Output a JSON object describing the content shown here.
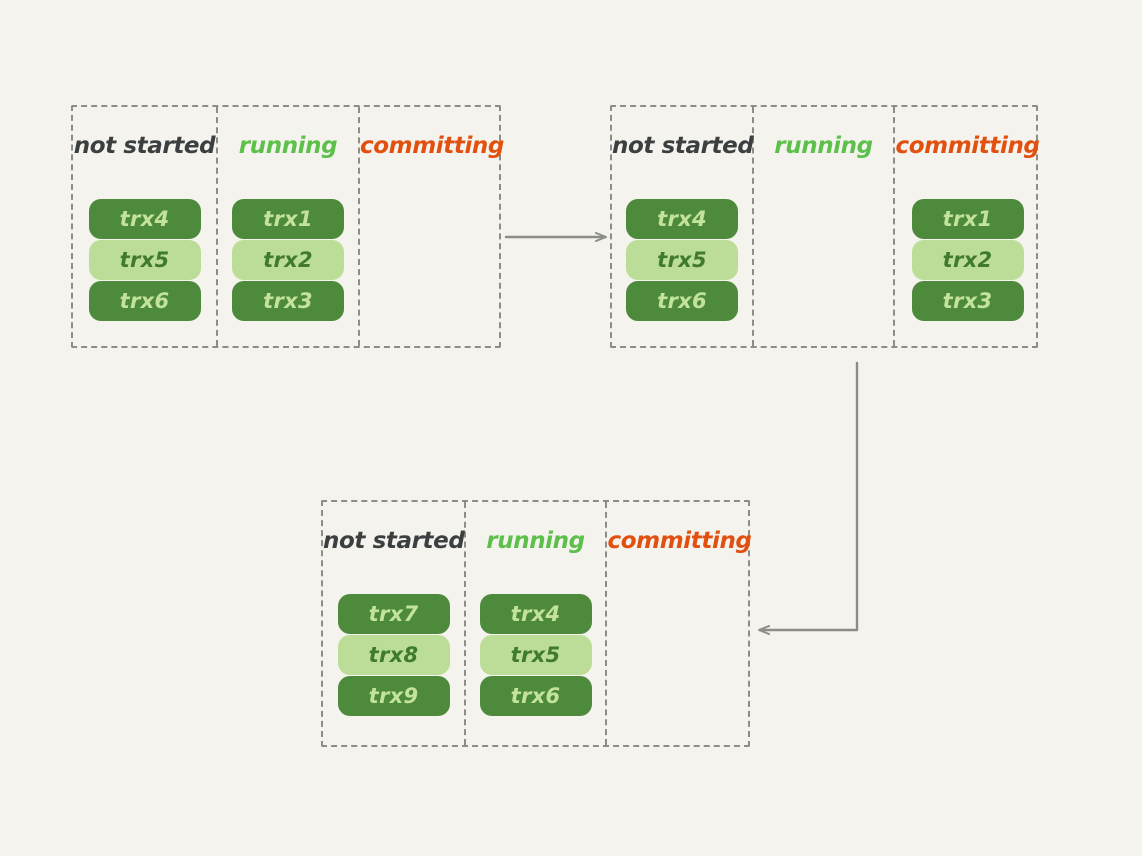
{
  "diagram": {
    "title": "transaction state machine batches",
    "background_color": "#f4f3ee",
    "colors": {
      "not_started_label": "#3b3f3f",
      "running_label": "#5cc04a",
      "committing_label": "#e2500f",
      "pill_dark": "#4e8a3c",
      "pill_dark_text": "#c3e39b",
      "pill_light": "#bcdd97",
      "pill_light_text": "#3f7a2e",
      "panel_border": "#8c8c89",
      "connector": "#8c8c89"
    },
    "column_labels": {
      "not_started": "not started",
      "running": "running",
      "committing": "committing"
    },
    "panels": [
      {
        "id": "panel-1",
        "columns": [
          {
            "name": "not-started",
            "label": "not started",
            "label_color": "#3b3f3f",
            "items": [
              {
                "label": "trx4",
                "shade": "dark"
              },
              {
                "label": "trx5",
                "shade": "light"
              },
              {
                "label": "trx6",
                "shade": "dark"
              }
            ]
          },
          {
            "name": "running",
            "label": "running",
            "label_color": "#5cc04a",
            "items": [
              {
                "label": "trx1",
                "shade": "dark"
              },
              {
                "label": "trx2",
                "shade": "light"
              },
              {
                "label": "trx3",
                "shade": "dark"
              }
            ]
          },
          {
            "name": "committing",
            "label": "committing",
            "label_color": "#e2500f",
            "items": []
          }
        ]
      },
      {
        "id": "panel-2",
        "columns": [
          {
            "name": "not-started",
            "label": "not started",
            "label_color": "#3b3f3f",
            "items": [
              {
                "label": "trx4",
                "shade": "dark"
              },
              {
                "label": "trx5",
                "shade": "light"
              },
              {
                "label": "trx6",
                "shade": "dark"
              }
            ]
          },
          {
            "name": "running",
            "label": "running",
            "label_color": "#5cc04a",
            "items": []
          },
          {
            "name": "committing",
            "label": "committing",
            "label_color": "#e2500f",
            "items": [
              {
                "label": "trx1",
                "shade": "dark"
              },
              {
                "label": "trx2",
                "shade": "light"
              },
              {
                "label": "trx3",
                "shade": "dark"
              }
            ]
          }
        ]
      },
      {
        "id": "panel-3",
        "columns": [
          {
            "name": "not-started",
            "label": "not started",
            "label_color": "#3b3f3f",
            "items": [
              {
                "label": "trx7",
                "shade": "dark"
              },
              {
                "label": "trx8",
                "shade": "light"
              },
              {
                "label": "trx9",
                "shade": "dark"
              }
            ]
          },
          {
            "name": "running",
            "label": "running",
            "label_color": "#5cc04a",
            "items": [
              {
                "label": "trx4",
                "shade": "dark"
              },
              {
                "label": "trx5",
                "shade": "light"
              },
              {
                "label": "trx6",
                "shade": "dark"
              }
            ]
          },
          {
            "name": "committing",
            "label": "committing",
            "label_color": "#e2500f",
            "items": []
          }
        ]
      }
    ],
    "connectors": [
      {
        "name": "panel1-to-panel2",
        "from": "panel-1",
        "to": "panel-2",
        "direction": "right"
      },
      {
        "name": "panel2-to-panel3",
        "from": "panel-2",
        "to": "panel-3",
        "direction": "down-left"
      }
    ]
  }
}
